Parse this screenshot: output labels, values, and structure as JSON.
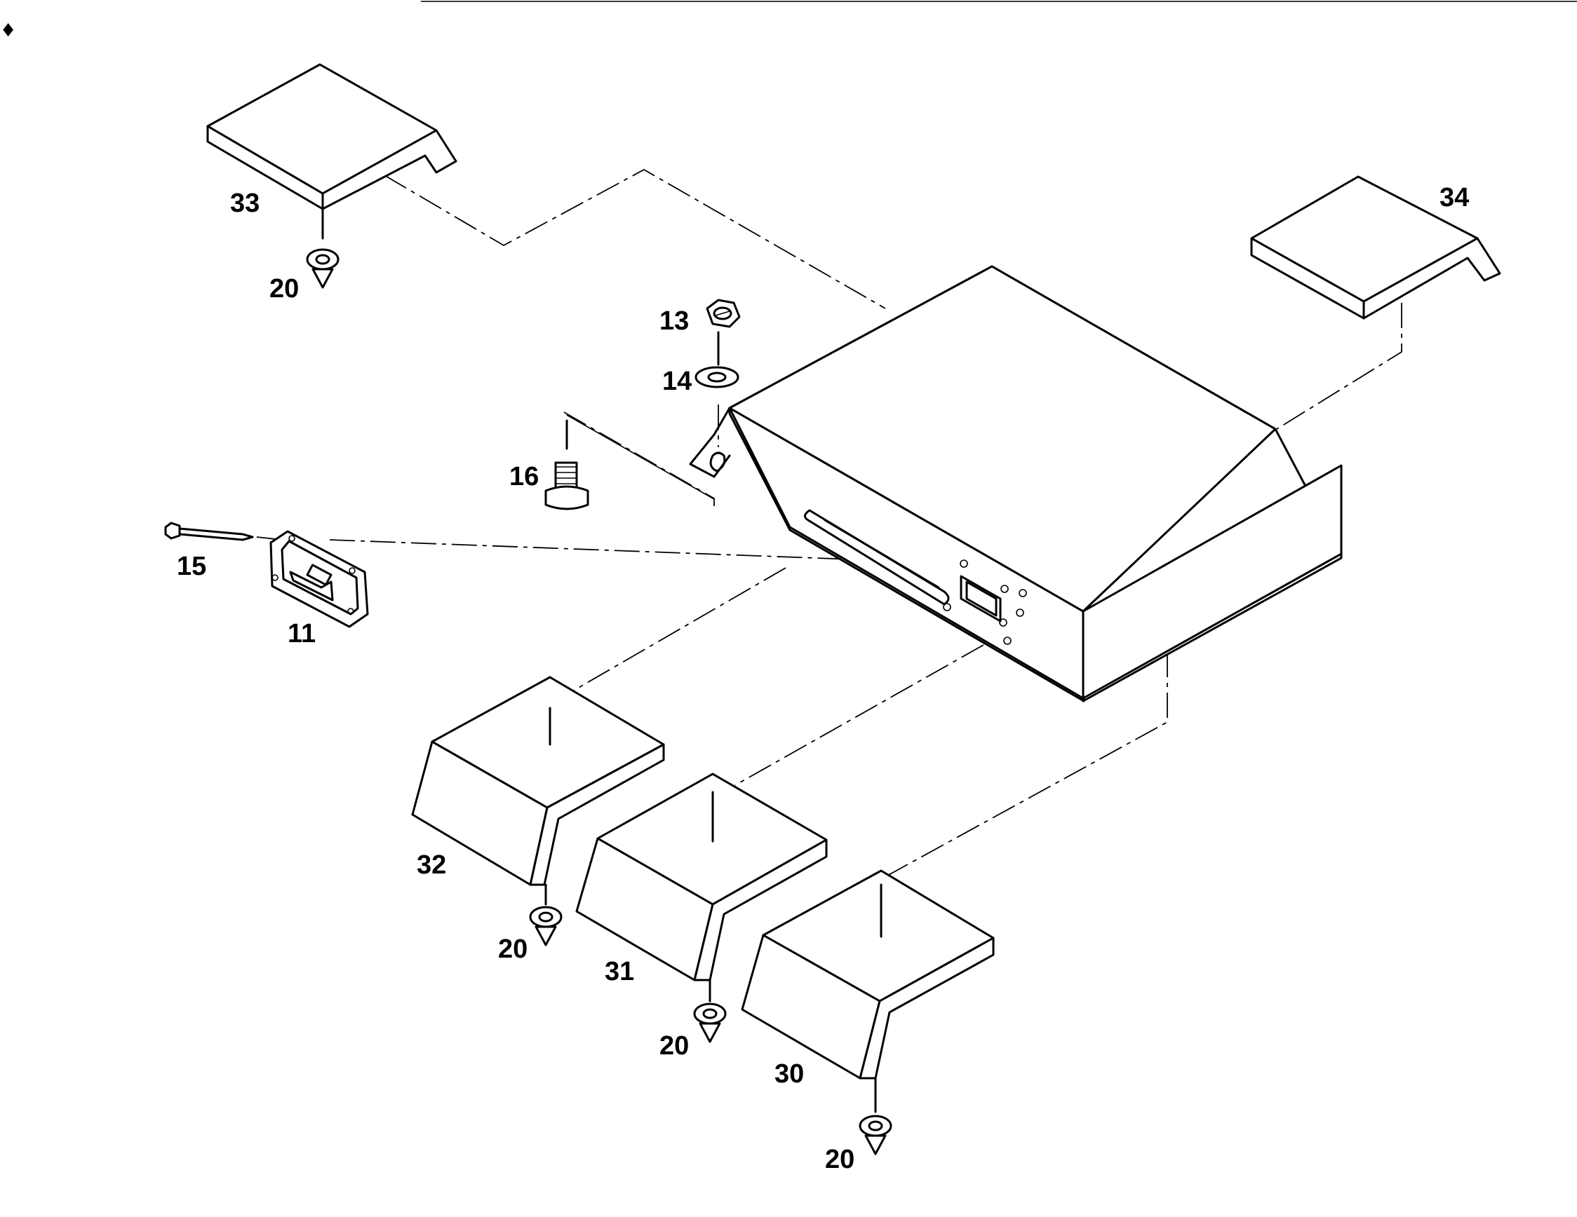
{
  "diagram": {
    "labels": {
      "p11": "11",
      "p13": "13",
      "p14": "14",
      "p15": "15",
      "p16": "16",
      "p20a": "20",
      "p20b": "20",
      "p20c": "20",
      "p20d": "20",
      "p30": "30",
      "p31": "31",
      "p32": "32",
      "p33": "33",
      "p34": "34"
    },
    "parts": [
      {
        "id": "11",
        "name": "switch-plate"
      },
      {
        "id": "13",
        "name": "hex-nut"
      },
      {
        "id": "14",
        "name": "washer"
      },
      {
        "id": "15",
        "name": "screw"
      },
      {
        "id": "16",
        "name": "bolt"
      },
      {
        "id": "20",
        "name": "foot-cone"
      },
      {
        "id": "30",
        "name": "pad"
      },
      {
        "id": "31",
        "name": "pad"
      },
      {
        "id": "32",
        "name": "pad"
      },
      {
        "id": "33",
        "name": "pad"
      },
      {
        "id": "34",
        "name": "pad"
      }
    ],
    "colors": {
      "ink": "#000000",
      "paper": "#ffffff"
    }
  }
}
